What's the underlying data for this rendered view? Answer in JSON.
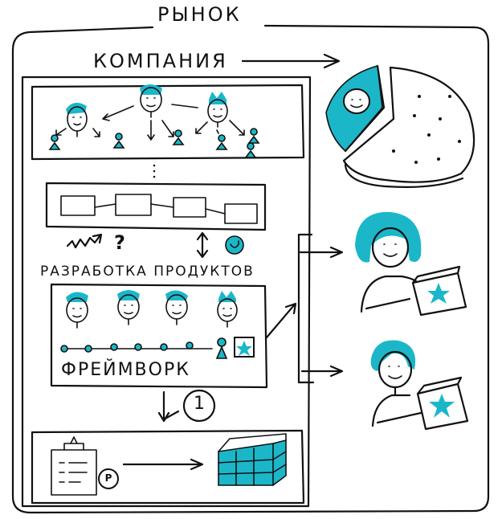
{
  "labels": {
    "market": "РЫНОК",
    "company": "КОМПАНИЯ",
    "product_development": "РАЗРАБОТКА ПРОДУКТОВ",
    "framework": "ФРЕЙМВОРК",
    "question_mark": "?",
    "number_one": "1",
    "ruble_badge": "Р"
  },
  "colors": {
    "accent": "#1bb7c9",
    "ink": "#111111",
    "background": "#ffffff"
  },
  "icons": [
    "team-hierarchy",
    "process-chain",
    "pie-chart",
    "customer",
    "product-box",
    "document-clipboard",
    "rubik-cube",
    "refresh-cycle",
    "squiggle-arrow"
  ]
}
